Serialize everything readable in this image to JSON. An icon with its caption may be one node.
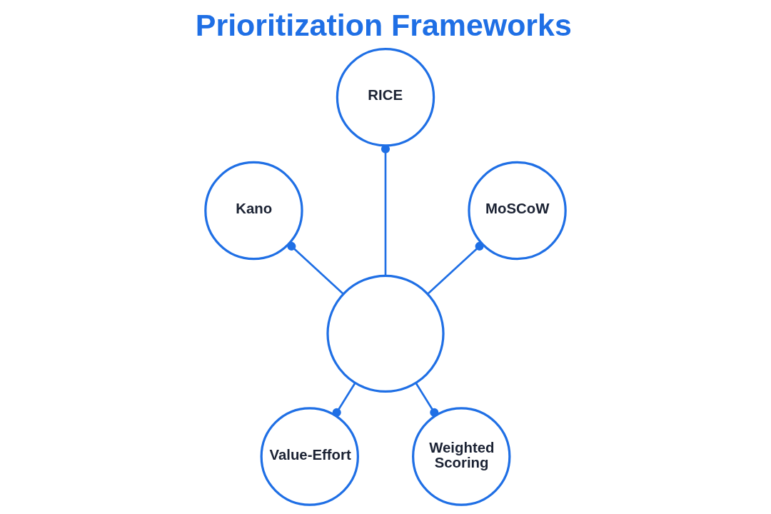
{
  "diagram": {
    "title": "Prioritization Frameworks",
    "nodes": [
      {
        "text": [
          "RICE"
        ]
      },
      {
        "text": [
          "Kano"
        ]
      },
      {
        "text": [
          "MoSCoW"
        ]
      },
      {
        "text": [],
        "shape": "circle"
      },
      {
        "text": [
          "Value-Effort"
        ]
      },
      {
        "text": [
          "Weighted Scoring"
        ]
      }
    ],
    "edges": [
      {
        "from": 3,
        "to": 1,
        "arrow": "other"
      },
      {
        "from": 3,
        "to": 0,
        "arrow": "other"
      },
      {
        "from": 3,
        "to": 2,
        "arrow": "other"
      },
      {
        "from": 3,
        "to": 4,
        "arrow": "other"
      },
      {
        "from": 3,
        "to": 5,
        "arrow": "other"
      }
    ]
  }
}
